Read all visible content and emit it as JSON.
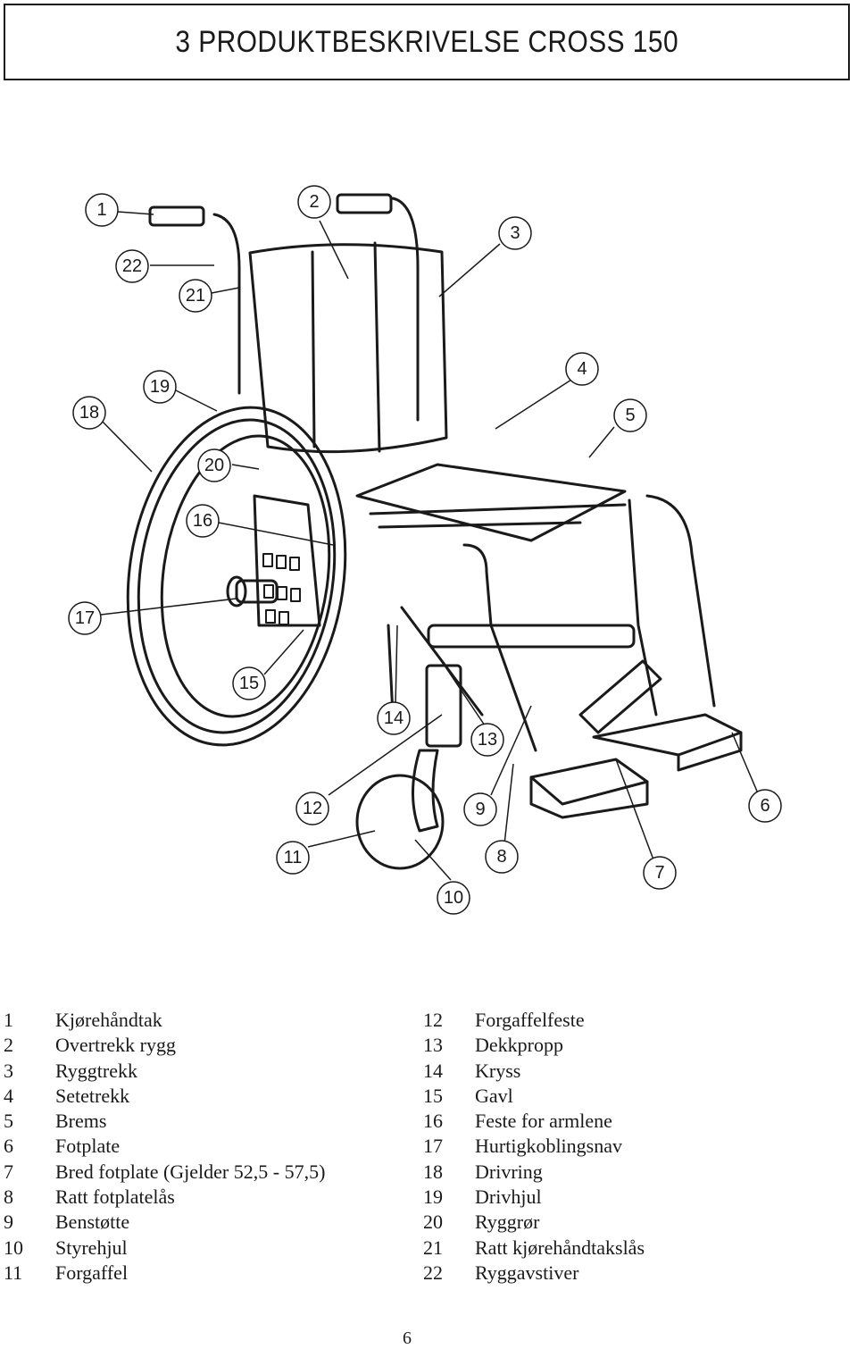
{
  "title": "3 PRODUKTBESKRIVELSE CROSS 150",
  "callouts": [
    "1",
    "2",
    "3",
    "4",
    "5",
    "6",
    "7",
    "8",
    "9",
    "10",
    "11",
    "12",
    "13",
    "14",
    "15",
    "16",
    "17",
    "18",
    "19",
    "20",
    "21",
    "22"
  ],
  "legend_left": [
    {
      "num": "1",
      "label": "Kjørehåndtak"
    },
    {
      "num": "2",
      "label": "Overtrekk rygg"
    },
    {
      "num": "3",
      "label": "Ryggtrekk"
    },
    {
      "num": "4",
      "label": "Setetrekk"
    },
    {
      "num": "5",
      "label": "Brems"
    },
    {
      "num": "6",
      "label": "Fotplate"
    },
    {
      "num": "7",
      "label": "Bred fotplate (Gjelder 52,5 - 57,5)"
    },
    {
      "num": "8",
      "label": "Ratt fotplatelås"
    },
    {
      "num": "9",
      "label": "Benstøtte"
    },
    {
      "num": "10",
      "label": "Styrehjul"
    },
    {
      "num": "11",
      "label": "Forgaffel"
    }
  ],
  "legend_right": [
    {
      "num": "12",
      "label": "Forgaffelfeste"
    },
    {
      "num": "13",
      "label": "Dekkpropp"
    },
    {
      "num": "14",
      "label": "Kryss"
    },
    {
      "num": "15",
      "label": "Gavl"
    },
    {
      "num": "16",
      "label": "Feste for armlene"
    },
    {
      "num": "17",
      "label": "Hurtigkoblingsnav"
    },
    {
      "num": "18",
      "label": "Drivring"
    },
    {
      "num": "19",
      "label": "Drivhjul"
    },
    {
      "num": "20",
      "label": "Ryggrør"
    },
    {
      "num": "21",
      "label": "Ratt kjørehåndtakslås"
    },
    {
      "num": "22",
      "label": "Ryggavstiver"
    }
  ],
  "page_number": "6"
}
